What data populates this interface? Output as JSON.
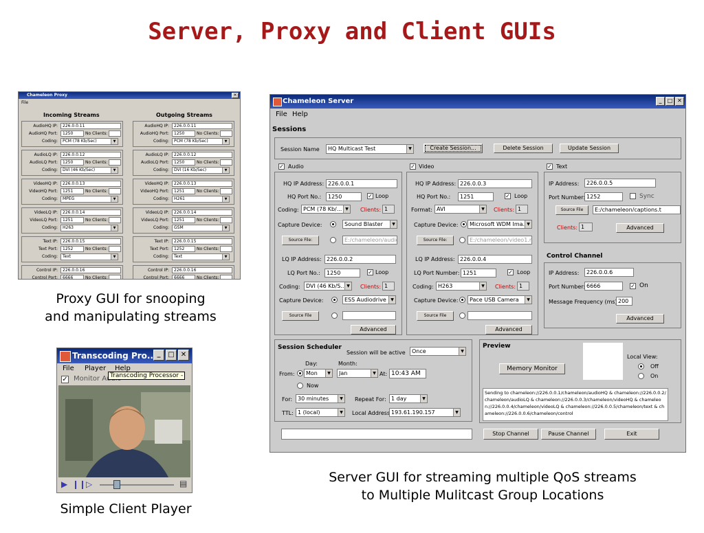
{
  "slide": {
    "title": "Server, Proxy and Client GUIs",
    "caption_proxy": [
      "Proxy GUI for snooping",
      "and manipulating streams"
    ],
    "caption_client": "Simple Client Player",
    "caption_server": [
      "Server GUI for streaming multiple QoS streams",
      "to Multiple Mulitcast Group Locations"
    ]
  },
  "proxy": {
    "title": "Chameleon Proxy",
    "menu_file": "File",
    "incoming_title": "Incoming Streams",
    "outgoing_title": "Outgoing Streams",
    "no_clients": "No Clients:",
    "coding_label": "Coding:",
    "incoming": [
      {
        "ip_label": "AudioHQ IP:",
        "port_label": "AudioHQ Port:",
        "ip": "226.0.0.11",
        "port": "1250",
        "coding": "PCM (78 Kb/Sec)"
      },
      {
        "ip_label": "AudioLQ IP:",
        "port_label": "AudioLQ Port:",
        "ip": "226.0.0.12",
        "port": "1250",
        "coding": "DVI (46 Kb/Sec)"
      },
      {
        "ip_label": "VideoHQ IP:",
        "port_label": "VideoHQ Port:",
        "ip": "226.0.0.13",
        "port": "1251",
        "coding": "MPEG"
      },
      {
        "ip_label": "VideoLQ IP:",
        "port_label": "VideoLQ Port:",
        "ip": "226.0.0.14",
        "port": "1251",
        "coding": "H263"
      },
      {
        "ip_label": "Text IP:",
        "port_label": "Text Port:",
        "ip": "226.0.0.15",
        "port": "1252",
        "coding": "Text"
      },
      {
        "ip_label": "Control IP:",
        "port_label": "Control Port:",
        "ip": "226.0.0.16",
        "port": "6666",
        "coding": ""
      }
    ],
    "outgoing": [
      {
        "ip_label": "AudioHQ IP:",
        "port_label": "AudioHQ Port:",
        "ip": "226.0.0.11",
        "port": "1250",
        "coding": "PCM (78 Kb/Sec)"
      },
      {
        "ip_label": "AudioLQ IP:",
        "port_label": "AudioLQ Port:",
        "ip": "226.0.0.12",
        "port": "1250",
        "coding": "DVI (16 Kb/Sec)"
      },
      {
        "ip_label": "VideoHQ IP:",
        "port_label": "VideoHQ Port:",
        "ip": "226.0.0.13",
        "port": "1251",
        "coding": "H261"
      },
      {
        "ip_label": "VideoLQ IP:",
        "port_label": "VideoLQ Port:",
        "ip": "226.0.0.14",
        "port": "1251",
        "coding": "GSM"
      },
      {
        "ip_label": "Text IP:",
        "port_label": "Text Port:",
        "ip": "226.0.0.15",
        "port": "1252",
        "coding": "Text"
      },
      {
        "ip_label": "Control IP:",
        "port_label": "Control Port:",
        "ip": "226.0.0.16",
        "port": "6666",
        "coding": ""
      }
    ]
  },
  "client": {
    "title": "Transcoding Pro...",
    "menu": [
      "File",
      "Player",
      "Help"
    ],
    "tooltip": "Transcoding Processor -",
    "monitor_label": "Monitor Audio"
  },
  "server": {
    "title": "Chameleon Server",
    "menu": [
      "File",
      "Help"
    ],
    "sessions_heading": "Sessions",
    "session_name_label": "Session Name",
    "session_name": "HQ Multicast Test",
    "create_btn": "Create Session...",
    "delete_btn": "Delete Session",
    "update_btn": "Update Session",
    "audio": {
      "label": "Audio",
      "hq_ip_label": "HQ IP Address:",
      "hq_ip": "226.0.0.1",
      "hq_port_label": "HQ Port No.:",
      "hq_port": "1250",
      "loop": "Loop",
      "coding_label": "Coding:",
      "coding": "PCM (78 Kb/...",
      "clients_label": "Clients:",
      "clients": "1",
      "capture_label": "Capture Device:",
      "capture": "Sound Blaster",
      "source_btn": "Source File:",
      "source": "E:/chameleon/audio.",
      "lq_ip_label": "LQ IP Address:",
      "lq_ip": "226.0.0.2",
      "lq_port_label": "LQ Port No.:",
      "lq_port": "1250",
      "lq_coding": "DVI (46 Kb/S...",
      "lq_clients": "1",
      "lq_capture": "ESS Audiodrive",
      "lq_source_btn": "Source File",
      "advanced": "Advanced"
    },
    "video": {
      "label": "Video",
      "hq_ip_label": "HQ IP Address:",
      "hq_ip": "226.0.0.3",
      "hq_port_label": "HQ Port No.:",
      "hq_port": "1251",
      "loop": "Loop",
      "format_label": "Format:",
      "format": "AVI",
      "clients_label": "Clients:",
      "clients": "1",
      "capture_label": "Capture Device:",
      "capture": "Microsoft WDM Ima...",
      "source_btn": "Source File:",
      "source": "E:/chameleon/video1.m",
      "lq_ip_label": "LQ IP Address:",
      "lq_ip": "226.0.0.4",
      "lq_port_label": "LQ Port Number:",
      "lq_port": "1251",
      "coding_label": "Coding:",
      "lq_coding": "H263",
      "lq_clients": "1",
      "lq_capture": "Pace USB Camera",
      "lq_source_btn": "Source File",
      "advanced": "Advanced"
    },
    "text": {
      "label": "Text",
      "ip_label": "IP Address:",
      "ip": "226.0.0.5",
      "port_label": "Port Number:",
      "port": "1252",
      "sync": "Sync",
      "source_btn": "Source File",
      "source": "E:/chameleon/captions.t",
      "clients_label": "Clients:",
      "clients": "1",
      "advanced": "Advanced"
    },
    "control": {
      "heading": "Control Channel",
      "ip_label": "IP Address:",
      "ip": "226.0.0.6",
      "port_label": "Port Number:",
      "port": "6666",
      "on": "On",
      "freq_label": "Message Frequency (ms):",
      "freq": "200",
      "advanced": "Advanced"
    },
    "scheduler": {
      "heading": "Session Scheduler",
      "active_label": "Session will be active",
      "active": "Once",
      "day_label": "Day:",
      "month_label": "Month:",
      "from_label": "From:",
      "day": "Mon",
      "month": "Jan",
      "at_label": "At:",
      "time": "10:43 AM",
      "now_label": "Now",
      "for_label": "For:",
      "for": "30 minutes",
      "repeat_label": "Repeat For:",
      "repeat": "1 day",
      "ttl_label": "TTL:",
      "ttl": "1 (local)",
      "local_addr_label": "Local Address:",
      "local_addr": "193.61.190.157"
    },
    "preview": {
      "heading": "Preview",
      "memory_btn": "Memory Monitor",
      "local_view": "Local View:",
      "off": "Off",
      "on": "On",
      "log": "Sending to chameleon://226.0.0.1/chameleon/audioHQ & chameleon://226.0.0.2/chameleon/audioLQ & chameleon://226.0.0.3/chameleon/videoHQ & chameleon://226.0.0.4/chameleon/videoLQ & chameleon://226.0.0.5/chameleon/text & chameleon://226.0.0.6/chameleon/control"
    },
    "bottom": {
      "stop": "Stop Channel",
      "pause": "Pause Channel",
      "exit": "Exit"
    }
  },
  "colors": {
    "title_red": "#a5191b",
    "titlebar_blue": "#0b2a7a",
    "window_gray": "#cfcfcf"
  }
}
